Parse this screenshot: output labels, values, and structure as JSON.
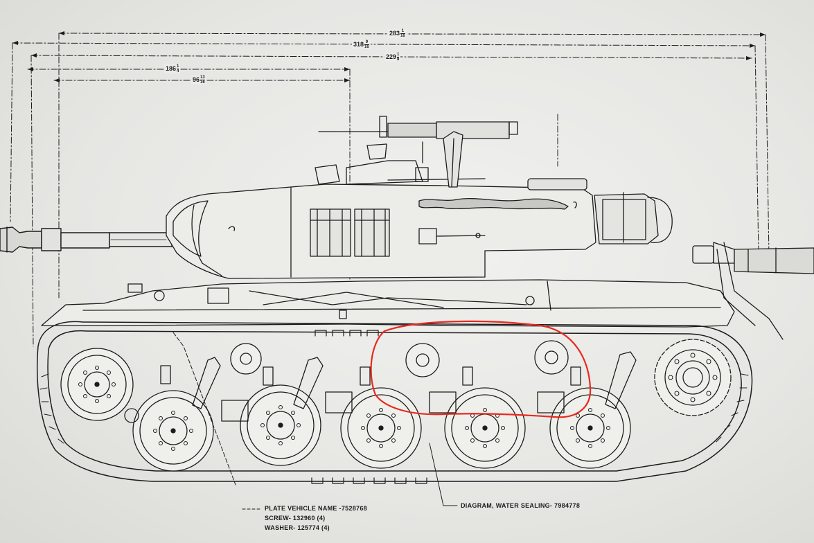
{
  "dimensions": {
    "d_283": {
      "whole": "283",
      "num": "1",
      "den": "16"
    },
    "d_318": {
      "whole": "318",
      "num": "9",
      "den": "16"
    },
    "d_229": {
      "whole": "229",
      "num": "1",
      "den": "8"
    },
    "d_186": {
      "whole": "186",
      "num": "1",
      "den": "4"
    },
    "d_96": {
      "whole": "96",
      "num": "13",
      "den": "16"
    }
  },
  "callouts": {
    "plate_name": "PLATE VEHICLE NAME -7528768",
    "screw": "SCREW- 132960 (4)",
    "washer": "WASHER- 125774 (4)",
    "diagram": "DIAGRAM, WATER SEALING- 7984778"
  },
  "colors": {
    "ink": "#1c1c1c",
    "paper": "#ececea",
    "highlight": "#e8291f"
  }
}
